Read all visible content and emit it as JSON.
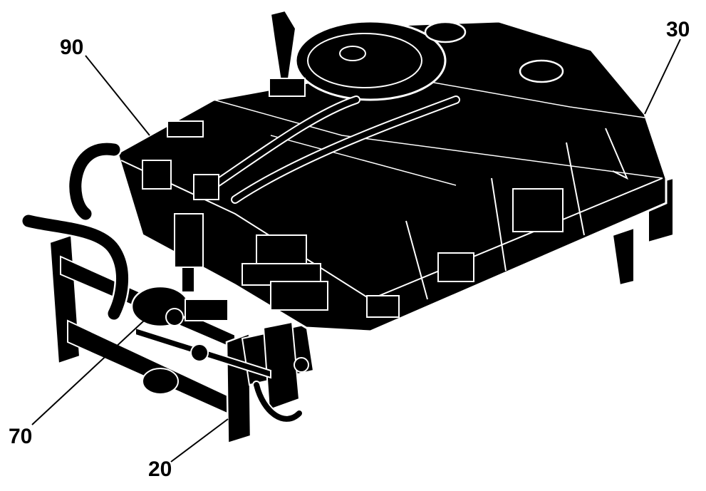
{
  "figure": {
    "callouts": [
      {
        "id": "90",
        "text": "90"
      },
      {
        "id": "30",
        "text": "30"
      },
      {
        "id": "70",
        "text": "70"
      },
      {
        "id": "20",
        "text": "20"
      }
    ]
  },
  "colors": {
    "ink": "#000000",
    "paper": "#ffffff",
    "line": "#ffffff"
  },
  "icons": [
    "tank-unit-drawing"
  ]
}
